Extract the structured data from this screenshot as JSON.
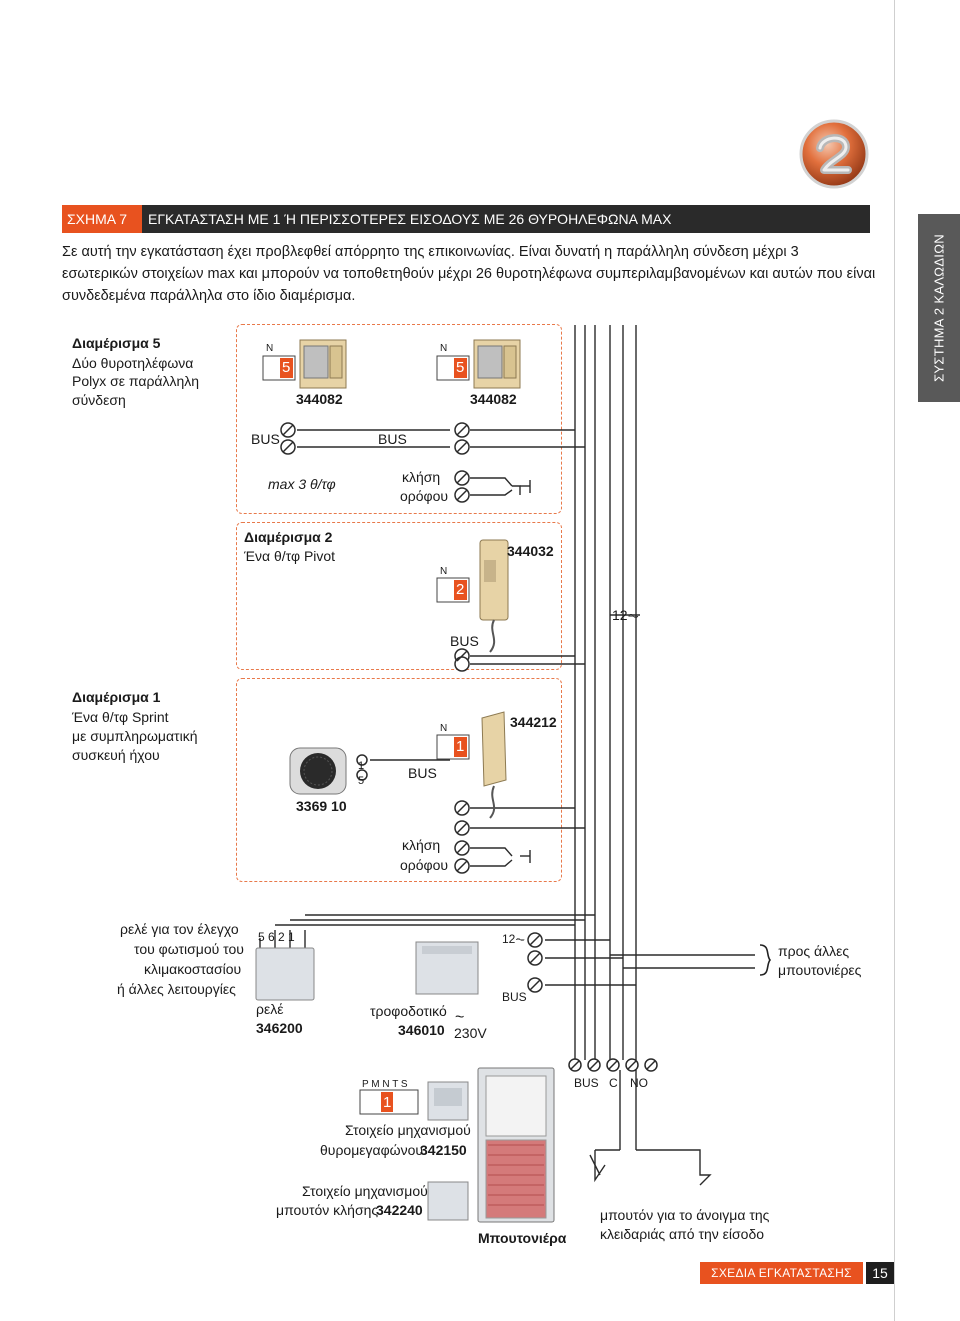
{
  "header": {
    "figure_tag": "ΣΧΗΜΑ 7",
    "title": "ΕΓΚΑΤΑΣΤΑΣΗ ΜΕ 1 Ή ΠΕΡΙΣΣΟΤΕΡΕΣ ΕΙΣΟΔΟΥΣ ΜΕ 26 ΘΥΡΟΗΛΕΦΩΝΑ MAX"
  },
  "intro": [
    "Σε αυτή την εγκατάσταση έχει προβλεφθεί απόρρητο της επικοινωνίας. Είναι δυνατή η παράλληλη σύνδεση μέχρι 3",
    "εσωτερικών στοιχείων max και μπορούν να τοποθετηθούν μέχρι 26 θυροτηλέφωνα συμπεριλαμβανομένων και αυτών που είναι",
    "συνδεδεμένα παράλληλα στο ίδιο διαμέρισμα."
  ],
  "side_tab": "ΣΥΣΤΗΜΑ 2 ΚΑΛΩΔΙΩΝ",
  "apt5": {
    "title": "Διαμέρισμα 5",
    "lines": [
      "Δύο θυροτηλέφωνα",
      "Polyx σε παράλληλη",
      "σύνδεση"
    ],
    "code1": "344082",
    "code2": "344082",
    "switch_n": "N",
    "switch_num": "5",
    "bus1": "BUS",
    "bus2": "BUS",
    "max_note": "max 3 θ/τφ",
    "floor_call1": "κλήση",
    "floor_call2": "ορόφου"
  },
  "apt2": {
    "title": "Διαμέρισμα 2",
    "subtitle": "Ένα θ/τφ Pivot",
    "code": "344032",
    "switch_n": "N",
    "switch_num": "2",
    "bus": "BUS",
    "voltage": "12⏦"
  },
  "apt1": {
    "title": "Διαμέρισμα 1",
    "lines": [
      "Ένα θ/τφ Sprint",
      "με συμπληρωματική",
      "συσκευή ήχου"
    ],
    "code": "344212",
    "speaker_code": "3369 10",
    "terminal_1": "1",
    "terminal_5": "5",
    "bus": "BUS",
    "switch_n": "N",
    "switch_num": "1",
    "floor_call1": "κλήση",
    "floor_call2": "ορόφου"
  },
  "relay": {
    "desc": [
      "ρελέ για τον έλεγχο",
      "του φωτισμού του",
      "κλιμακοστασίου",
      "ή άλλες λειτουργίες"
    ],
    "terminals": "5  6  2  1",
    "label": "ρελέ",
    "code": "346200"
  },
  "psu": {
    "label": "τροφοδοτικό",
    "code": "346010",
    "mains": "230V",
    "tilde": "~",
    "out_12": "12⏦",
    "out_bus": "BUS"
  },
  "brace_note": [
    "προς άλλες",
    "μπουτονιέρες"
  ],
  "panel": {
    "terminals": [
      "BUS",
      "C",
      "NO"
    ],
    "pmnts": "P  M  N  T  S",
    "speaker_module_1": "Στοιχείο μηχανισμού",
    "speaker_module_2": "θυρομεγαφώνου",
    "speaker_module_code": "342150",
    "button_module_1": "Στοιχείο μηχανισμού",
    "button_module_2": "μπουτόν κλήσης",
    "button_module_code": "342240",
    "panel_label": "Μπουτονιέρα",
    "lock_button_1": "μπουτόν για το άνοιγμα της",
    "lock_button_2": "κλειδαριάς από την είσοδο",
    "switch_num": "1"
  },
  "footer": {
    "section": "ΣΧΕΔΙΑ ΕΓΚΑΤΑΣΤΑΣΗΣ",
    "page": "15"
  },
  "colors": {
    "accent": "#e8521f",
    "dashed": "#e8794a",
    "device_beige": "#e7d3a6",
    "side_tab": "#595959"
  }
}
